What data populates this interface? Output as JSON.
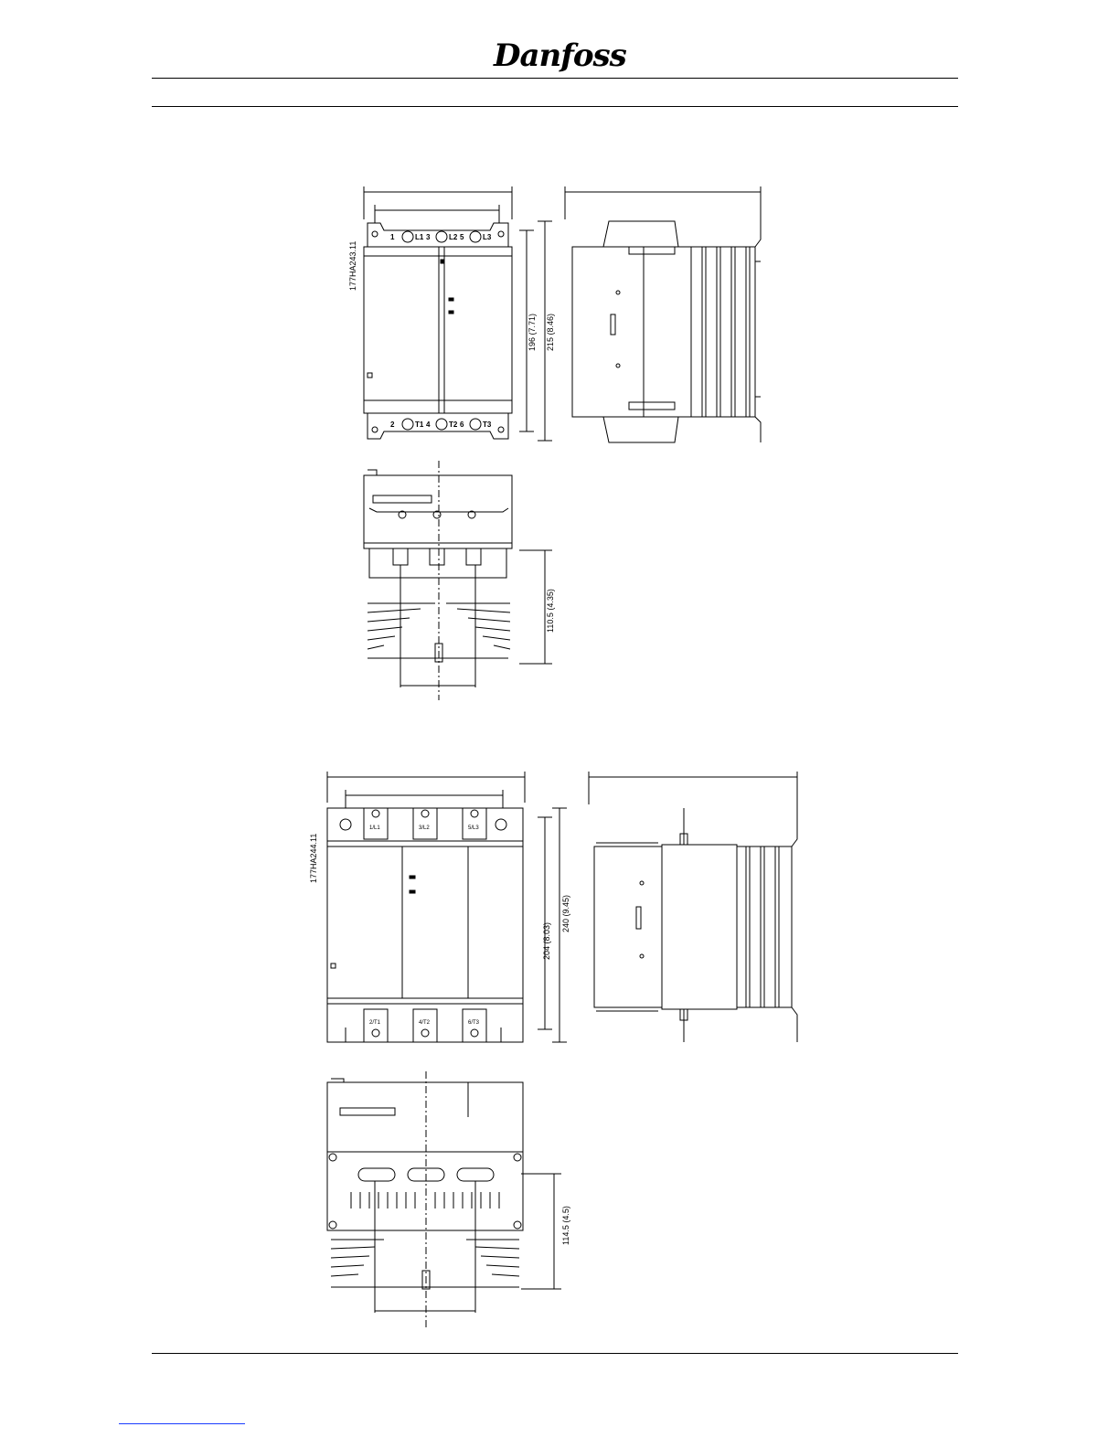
{
  "header": {
    "brand": "Danfoss"
  },
  "figure1": {
    "drawing_code": "177HA243.11",
    "dim_height_inner": "196 (7.71)",
    "dim_height_outer": "215 (8.46)",
    "dim_depth": "110.5 (4.35)",
    "line_terminals": [
      "1",
      "L1",
      "3",
      "L2",
      "5",
      "L3"
    ],
    "load_terminals": [
      "2",
      "T1",
      "4",
      "T2",
      "6",
      "T3"
    ]
  },
  "figure2": {
    "drawing_code": "177HA244.11",
    "dim_height_inner": "204 (8.03)",
    "dim_height_outer": "240 (9.45)",
    "dim_depth": "114.5 (4.5)",
    "line_terminals": [
      "1/L1",
      "3/L2",
      "5/L3"
    ],
    "load_terminals": [
      "2/T1",
      "4/T2",
      "6/T3"
    ]
  },
  "colors": {
    "line": "#000000",
    "link_underline": "#1a3cff"
  }
}
